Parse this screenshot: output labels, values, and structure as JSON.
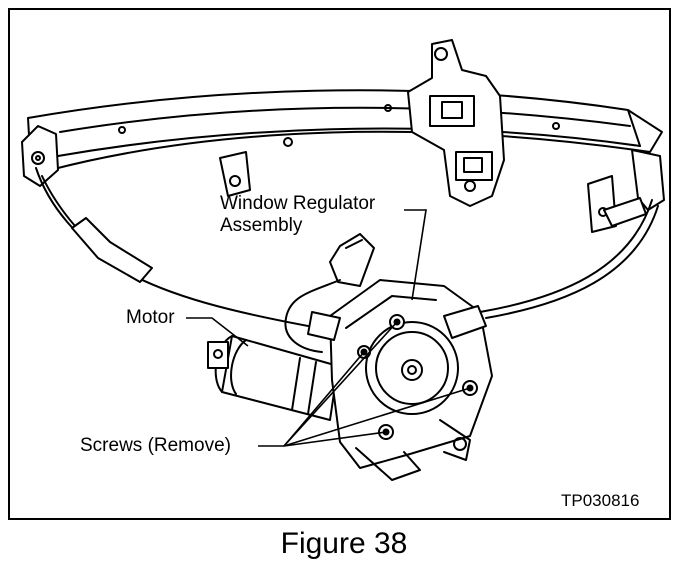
{
  "labels": {
    "regulator_line1": "Window Regulator",
    "regulator_line2": "Assembly",
    "motor": "Motor",
    "screws": "Screws (Remove)"
  },
  "reference_code": "TP030816",
  "caption": "Figure 38"
}
